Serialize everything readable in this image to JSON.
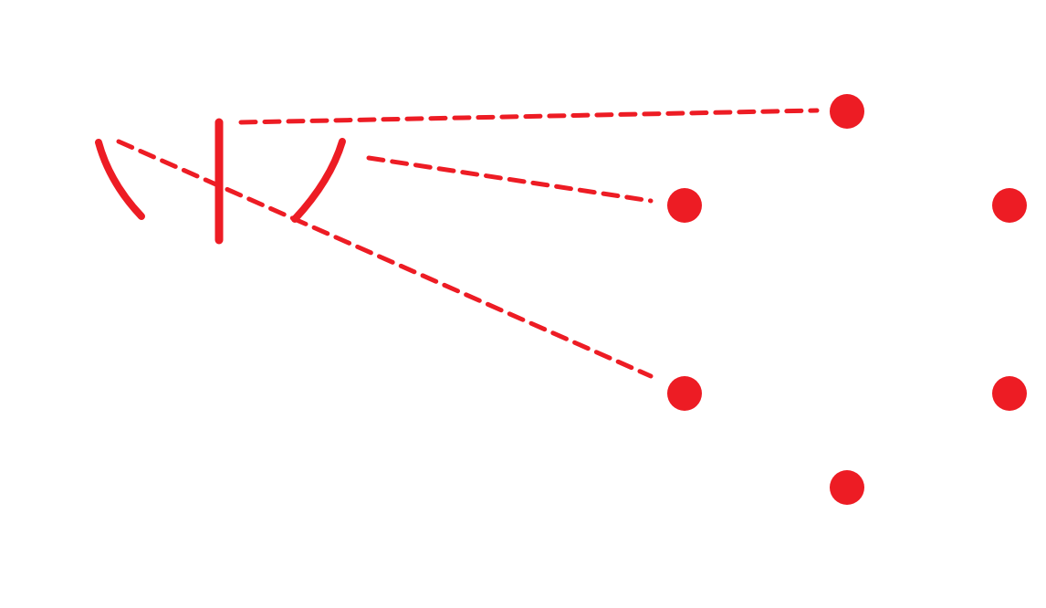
{
  "diagram": {
    "stroke_color": "#ed1c24",
    "dot_color": "#ed1c24",
    "background": "#ffffff",
    "dot_count": 6,
    "marks": [
      "left-arc-mark",
      "vertical-bar-mark",
      "right-arc-mark"
    ],
    "dashed_connectors": 3
  }
}
